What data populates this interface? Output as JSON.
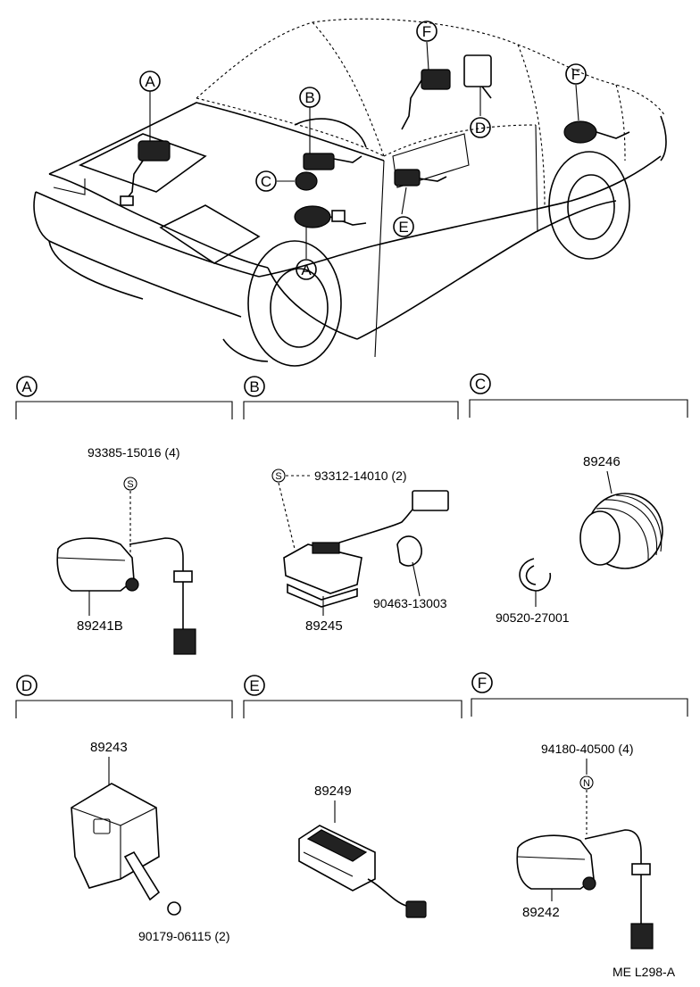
{
  "callouts": {
    "A": "A",
    "B": "B",
    "C": "C",
    "D": "D",
    "E": "E",
    "F": "F"
  },
  "sections": {
    "A": {
      "letter": "A",
      "screw_part": "93385-15016 (4)",
      "screw_symbol": "S",
      "main_part": "89241B"
    },
    "B": {
      "letter": "B",
      "screw_part": "93312-14010 (2)",
      "screw_symbol": "S",
      "main_part": "89245",
      "clip_part": "90463-13003"
    },
    "C": {
      "letter": "C",
      "main_part": "89246",
      "ring_part": "90520-27001"
    },
    "D": {
      "letter": "D",
      "main_part": "89243",
      "nut_part": "90179-06115 (2)"
    },
    "E": {
      "letter": "E",
      "main_part": "89249"
    },
    "F": {
      "letter": "F",
      "nut_part": "94180-40500 (4)",
      "nut_symbol": "N",
      "main_part": "89242"
    }
  },
  "footer": {
    "code": "ME  L298-A"
  }
}
